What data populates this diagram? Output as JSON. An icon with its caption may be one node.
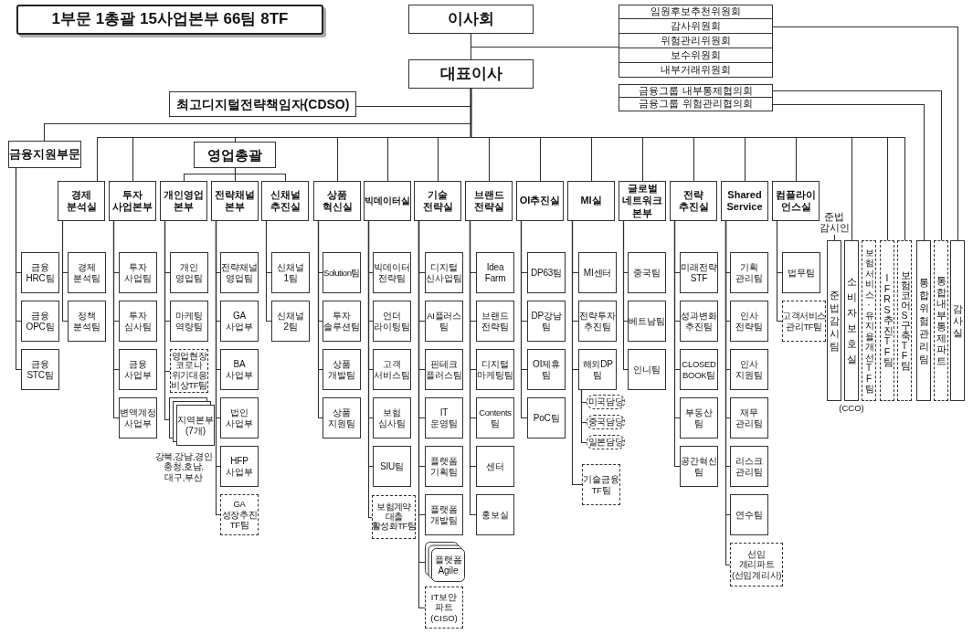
{
  "diagram": {
    "title": "1부문 1총괄 15사업본부 66팀 8TF",
    "nodes": [
      {
        "text": [
          "이사회"
        ]
      },
      {
        "text": [],
        "shape": "box"
      },
      {
        "text": [
          "임원후보추천위원회"
        ],
        "in": 1
      },
      {
        "text": [
          "감사위원회"
        ],
        "in": 1
      },
      {
        "text": [
          "위험관리위원회"
        ],
        "in": 1
      },
      {
        "text": [
          "보수위원회"
        ],
        "in": 1
      },
      {
        "text": [
          "내부거래위원회"
        ],
        "in": 1
      },
      {
        "text": [
          "대표이사"
        ]
      },
      {
        "text": [
          "금융그룹 내부통제협의회"
        ]
      },
      {
        "text": [
          "금융그룹 위험관리협의회"
        ]
      },
      {
        "text": [
          "최고디지털전략책임자(CDSO)"
        ]
      },
      {
        "text": [
          "금융지원부문"
        ]
      },
      {
        "text": [
          "영업총괄"
        ]
      },
      {
        "text": [
          "경제 분석실"
        ]
      },
      {
        "text": [
          "투자 사업본부"
        ]
      },
      {
        "text": [
          "개인영업 본부"
        ]
      },
      {
        "text": [
          "전략채널 본부"
        ]
      },
      {
        "text": [
          "신채널 추진실"
        ]
      },
      {
        "text": [
          "상품 혁신실"
        ]
      },
      {
        "text": [
          "빅데이터실"
        ]
      },
      {
        "text": [
          "기술 전략실"
        ]
      },
      {
        "text": [
          "브랜드 전략실"
        ]
      },
      {
        "text": [
          "OI추진실"
        ]
      },
      {
        "text": [
          "MI실"
        ]
      },
      {
        "text": [
          "글로벌 네트워크 본부"
        ]
      },
      {
        "text": [
          "전략 추진실"
        ]
      },
      {
        "text": [
          "Shared Service"
        ]
      },
      {
        "text": [
          "컴플라이 언스실"
        ]
      },
      {
        "text": [
          "준법감시팀"
        ]
      },
      {
        "text": [
          "소비자보호실"
        ],
        "beside": [
          "(CCO)"
        ]
      },
      {
        "text": [
          "보험서비스·유지율개선TF팀"
        ]
      },
      {
        "text": [
          "IFRS추진TF팀"
        ]
      },
      {
        "text": [
          "보험코어S구축TF팀"
        ]
      },
      {
        "text": [
          "통합위험관리팀"
        ]
      },
      {
        "text": [
          "통합내부통제파트"
        ]
      },
      {
        "text": [
          "감사실"
        ]
      },
      {
        "text": [
          "금융 HRC팀"
        ]
      },
      {
        "text": [
          "금융 OPC팀"
        ]
      },
      {
        "text": [
          "금융 STC팀"
        ]
      },
      {
        "text": [
          "경제 분석팀"
        ]
      },
      {
        "text": [
          "정책 분석팀"
        ]
      },
      {
        "text": [
          "투자 사업팀"
        ]
      },
      {
        "text": [
          "투자 심사팀"
        ]
      },
      {
        "text": [
          "금융 사업부"
        ]
      },
      {
        "text": [
          "변액계정 사업부"
        ]
      },
      {
        "text": [
          "개인 영업팀"
        ]
      },
      {
        "text": [
          "마케팅 역량팀"
        ]
      },
      {
        "text": [
          "영업현장 코로나 위기대응 비상TF팀"
        ]
      },
      {
        "text": [
          "지역본부 (7개)"
        ],
        "beside": [
          "강북,강남,경인 충청,호남, 대구,부산"
        ]
      },
      {
        "text": [
          "전략채널 영업팀"
        ]
      },
      {
        "text": [
          "GA 사업부"
        ]
      },
      {
        "text": [
          "BA 사업부"
        ]
      },
      {
        "text": [
          "법인 사업부"
        ]
      },
      {
        "text": [
          "HFP 사업부"
        ]
      },
      {
        "text": [
          "GA 성장추진 TF팀"
        ]
      },
      {
        "text": [
          "신채널 1팀"
        ]
      },
      {
        "text": [
          "신채널 2팀"
        ]
      },
      {
        "text": [
          "Solution팀"
        ]
      },
      {
        "text": [
          "투자 솔루션팀"
        ]
      },
      {
        "text": [
          "상품 개발팀"
        ]
      },
      {
        "text": [
          "상품 지원팀"
        ]
      },
      {
        "text": [
          "빅데이터 전략팀"
        ]
      },
      {
        "text": [
          "언더 라이팅팀"
        ]
      },
      {
        "text": [
          "고객 서비스팀"
        ]
      },
      {
        "text": [
          "보험 심사팀"
        ]
      },
      {
        "text": [
          "SIU팀"
        ]
      },
      {
        "text": [
          "보험계약 대출 활성화TF팀"
        ]
      },
      {
        "text": [
          "디지털 신사업팀"
        ]
      },
      {
        "text": [
          "AI플러스 팀"
        ]
      },
      {
        "text": [
          "핀테크 플러스팀"
        ]
      },
      {
        "text": [
          "IT 운영팀"
        ]
      },
      {
        "text": [
          "플랫폼 기획팀"
        ]
      },
      {
        "text": [
          "플랫폼 개발팀"
        ]
      },
      {
        "text": [
          "플랫폼 Agile"
        ]
      },
      {
        "text": [
          "IT보안 파트 (CISO)"
        ]
      },
      {
        "text": [
          "Idea Farm"
        ]
      },
      {
        "text": [
          "브랜드 전략팀"
        ]
      },
      {
        "text": [
          "디지털 마케팅팀"
        ]
      },
      {
        "text": [
          "Contents 팀"
        ]
      },
      {
        "text": [
          "센터"
        ]
      },
      {
        "text": [
          "홍보실"
        ]
      },
      {
        "text": [
          "DP63팀"
        ]
      },
      {
        "text": [
          "DP강남 팀"
        ]
      },
      {
        "text": [
          "OI제휴 팀"
        ]
      },
      {
        "text": [
          "PoC팀"
        ]
      },
      {
        "text": [
          "MI센터"
        ]
      },
      {
        "text": [
          "전략투자 추진팀"
        ]
      },
      {
        "text": [
          "해외DP 팀"
        ]
      },
      {
        "text": [
          "미국담당"
        ]
      },
      {
        "text": [
          "중국담당"
        ]
      },
      {
        "text": [
          "일본담당"
        ]
      },
      {
        "text": [
          "기술금융 TF팀"
        ]
      },
      {
        "text": [
          "중국팀"
        ]
      },
      {
        "text": [
          "베트남팀"
        ]
      },
      {
        "text": [
          "인니팀"
        ]
      },
      {
        "text": [
          "미래전략 STF"
        ]
      },
      {
        "text": [
          "성과변화 추진팀"
        ]
      },
      {
        "text": [
          "CLOSED BOOK팀"
        ]
      },
      {
        "text": [
          "부동산 팀"
        ]
      },
      {
        "text": [
          "공간혁신 팀"
        ]
      },
      {
        "text": [
          "기획 관리팀"
        ]
      },
      {
        "text": [
          "인사 전략팀"
        ]
      },
      {
        "text": [
          "인사 지원팀"
        ]
      },
      {
        "text": [
          "재무 관리팀"
        ]
      },
      {
        "text": [
          "리스크 관리팀"
        ]
      },
      {
        "text": [
          "연수팀"
        ]
      },
      {
        "text": [
          "선임 계리파트 (선임계리사)"
        ]
      },
      {
        "text": [
          "법무팀"
        ]
      },
      {
        "text": [
          "고객서비스 관리TF팀"
        ]
      },
      {
        "text": [
          "준법 감시인"
        ]
      }
    ],
    "edges": [
      {
        "from": 0,
        "to": 7,
        "arrow": "none"
      },
      {
        "from": 0,
        "to": 1,
        "arrow": "none"
      },
      {
        "from": 3,
        "to": 35,
        "arrow": "none"
      },
      {
        "from": 8,
        "to": 34,
        "arrow": "none"
      },
      {
        "from": 9,
        "to": 33,
        "arrow": "none"
      },
      {
        "from": 7,
        "to": 10,
        "arrow": "none"
      },
      {
        "from": 7,
        "to": 11,
        "arrow": "none"
      },
      {
        "from": 7,
        "to": 12,
        "arrow": "none"
      },
      {
        "from": 7,
        "to": 13,
        "arrow": "none"
      },
      {
        "from": 7,
        "to": 14,
        "arrow": "none"
      },
      {
        "from": 7,
        "to": 18,
        "arrow": "none"
      },
      {
        "from": 7,
        "to": 19,
        "arrow": "none"
      },
      {
        "from": 7,
        "to": 20,
        "arrow": "none"
      },
      {
        "from": 7,
        "to": 21,
        "arrow": "none"
      },
      {
        "from": 7,
        "to": 22,
        "arrow": "none"
      },
      {
        "from": 7,
        "to": 23,
        "arrow": "none"
      },
      {
        "from": 7,
        "to": 24,
        "arrow": "none"
      },
      {
        "from": 7,
        "to": 25,
        "arrow": "none"
      },
      {
        "from": 7,
        "to": 26,
        "arrow": "none"
      },
      {
        "from": 7,
        "to": 27,
        "arrow": "none"
      },
      {
        "from": 7,
        "to": 29,
        "arrow": "none"
      },
      {
        "from": 7,
        "to": 31,
        "arrow": "none"
      },
      {
        "from": 7,
        "to": 32,
        "arrow": "none"
      },
      {
        "from": 12,
        "to": 15,
        "arrow": "none"
      },
      {
        "from": 12,
        "to": 16,
        "arrow": "none"
      },
      {
        "from": 12,
        "to": 17,
        "arrow": "none"
      },
      {
        "from": 11,
        "to": 36,
        "arrow": "none"
      },
      {
        "from": 11,
        "to": 37,
        "arrow": "none"
      },
      {
        "from": 11,
        "to": 38,
        "arrow": "none"
      },
      {
        "from": 13,
        "to": 39,
        "arrow": "none"
      },
      {
        "from": 13,
        "to": 40,
        "arrow": "none"
      },
      {
        "from": 14,
        "to": 41,
        "arrow": "none"
      },
      {
        "from": 14,
        "to": 42,
        "arrow": "none"
      },
      {
        "from": 14,
        "to": 43,
        "arrow": "none"
      },
      {
        "from": 14,
        "to": 44,
        "arrow": "none"
      },
      {
        "from": 15,
        "to": 45,
        "arrow": "none"
      },
      {
        "from": 15,
        "to": 46,
        "arrow": "none"
      },
      {
        "from": 15,
        "to": 47,
        "arrow": "none"
      },
      {
        "from": 15,
        "to": 48,
        "arrow": "none"
      },
      {
        "from": 16,
        "to": 49,
        "arrow": "none"
      },
      {
        "from": 16,
        "to": 50,
        "arrow": "none"
      },
      {
        "from": 16,
        "to": 51,
        "arrow": "none"
      },
      {
        "from": 16,
        "to": 52,
        "arrow": "none"
      },
      {
        "from": 16,
        "to": 53,
        "arrow": "none"
      },
      {
        "from": 16,
        "to": 54,
        "arrow": "none"
      },
      {
        "from": 17,
        "to": 55,
        "arrow": "none"
      },
      {
        "from": 17,
        "to": 56,
        "arrow": "none"
      },
      {
        "from": 18,
        "to": 57,
        "arrow": "none"
      },
      {
        "from": 18,
        "to": 58,
        "arrow": "none"
      },
      {
        "from": 18,
        "to": 59,
        "arrow": "none"
      },
      {
        "from": 18,
        "to": 60,
        "arrow": "none"
      },
      {
        "from": 19,
        "to": 61,
        "arrow": "none"
      },
      {
        "from": 19,
        "to": 62,
        "arrow": "none"
      },
      {
        "from": 19,
        "to": 63,
        "arrow": "none"
      },
      {
        "from": 19,
        "to": 64,
        "arrow": "none"
      },
      {
        "from": 19,
        "to": 65,
        "arrow": "none"
      },
      {
        "from": 19,
        "to": 66,
        "arrow": "none"
      },
      {
        "from": 20,
        "to": 67,
        "arrow": "none"
      },
      {
        "from": 20,
        "to": 68,
        "arrow": "none"
      },
      {
        "from": 20,
        "to": 69,
        "arrow": "none"
      },
      {
        "from": 20,
        "to": 70,
        "arrow": "none"
      },
      {
        "from": 20,
        "to": 71,
        "arrow": "none"
      },
      {
        "from": 20,
        "to": 72,
        "arrow": "none"
      },
      {
        "from": 20,
        "to": 73,
        "arrow": "none"
      },
      {
        "from": 20,
        "to": 74,
        "arrow": "none"
      },
      {
        "from": 21,
        "to": 75,
        "arrow": "none"
      },
      {
        "from": 21,
        "to": 76,
        "arrow": "none"
      },
      {
        "from": 21,
        "to": 77,
        "arrow": "none"
      },
      {
        "from": 21,
        "to": 78,
        "arrow": "none"
      },
      {
        "from": 21,
        "to": 79,
        "arrow": "none"
      },
      {
        "from": 21,
        "to": 80,
        "arrow": "none"
      },
      {
        "from": 22,
        "to": 81,
        "arrow": "none"
      },
      {
        "from": 22,
        "to": 82,
        "arrow": "none"
      },
      {
        "from": 22,
        "to": 83,
        "arrow": "none"
      },
      {
        "from": 22,
        "to": 84,
        "arrow": "none"
      },
      {
        "from": 23,
        "to": 85,
        "arrow": "none"
      },
      {
        "from": 23,
        "to": 86,
        "arrow": "none"
      },
      {
        "from": 23,
        "to": 87,
        "arrow": "none"
      },
      {
        "from": 87,
        "to": 88,
        "arrow": "none"
      },
      {
        "from": 87,
        "to": 89,
        "arrow": "none"
      },
      {
        "from": 87,
        "to": 90,
        "arrow": "none"
      },
      {
        "from": 23,
        "to": 91,
        "arrow": "none"
      },
      {
        "from": 24,
        "to": 92,
        "arrow": "none"
      },
      {
        "from": 24,
        "to": 93,
        "arrow": "none"
      },
      {
        "from": 24,
        "to": 94,
        "arrow": "none"
      },
      {
        "from": 25,
        "to": 95,
        "arrow": "none"
      },
      {
        "from": 25,
        "to": 96,
        "arrow": "none"
      },
      {
        "from": 25,
        "to": 97,
        "arrow": "none"
      },
      {
        "from": 25,
        "to": 98,
        "arrow": "none"
      },
      {
        "from": 25,
        "to": 99,
        "arrow": "none"
      },
      {
        "from": 26,
        "to": 100,
        "arrow": "none"
      },
      {
        "from": 26,
        "to": 101,
        "arrow": "none"
      },
      {
        "from": 26,
        "to": 102,
        "arrow": "none"
      },
      {
        "from": 26,
        "to": 103,
        "arrow": "none"
      },
      {
        "from": 26,
        "to": 104,
        "arrow": "none"
      },
      {
        "from": 26,
        "to": 105,
        "arrow": "none"
      },
      {
        "from": 26,
        "to": 106,
        "arrow": "none"
      },
      {
        "from": 27,
        "to": 107,
        "arrow": "none"
      },
      {
        "from": 27,
        "to": 108,
        "arrow": "none"
      },
      {
        "from": 109,
        "to": 28,
        "arrow": "none"
      }
    ]
  }
}
